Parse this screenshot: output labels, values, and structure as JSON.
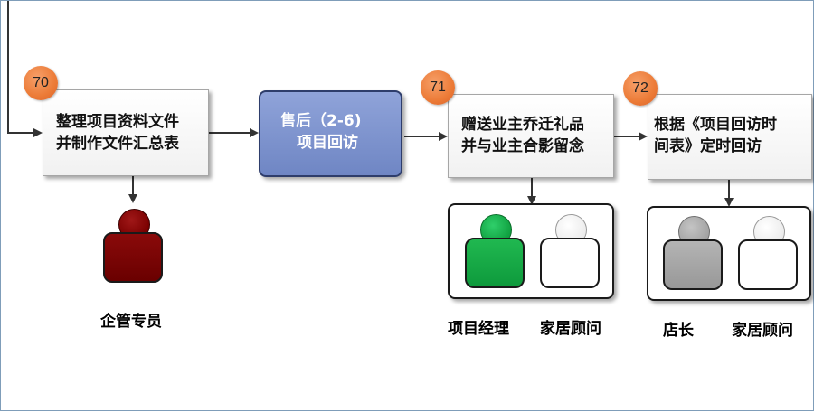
{
  "steps": [
    {
      "badge": "70",
      "line1": "整理项目资料文件",
      "line2": "并制作文件汇总表"
    },
    {
      "line1": "售后（2-6)",
      "line2": "项目回访"
    },
    {
      "badge": "71",
      "line1": "赠送业主乔迁礼品",
      "line2": "并与业主合影留念"
    },
    {
      "badge": "72",
      "line1": "根据《项目回访时",
      "line2": "间表》定时回访"
    }
  ],
  "roles": {
    "step70": "企管专员",
    "step71": [
      "项目经理",
      "家居顾问"
    ],
    "step72": [
      "店长",
      "家居顾问"
    ]
  },
  "colors": {
    "badge": "#ec7b37",
    "highlight_box": "#7a90cc",
    "role_dark_red": "#7a0000",
    "role_green": "#10a040",
    "role_gray": "#a6a6a6",
    "role_white": "#ffffff"
  }
}
